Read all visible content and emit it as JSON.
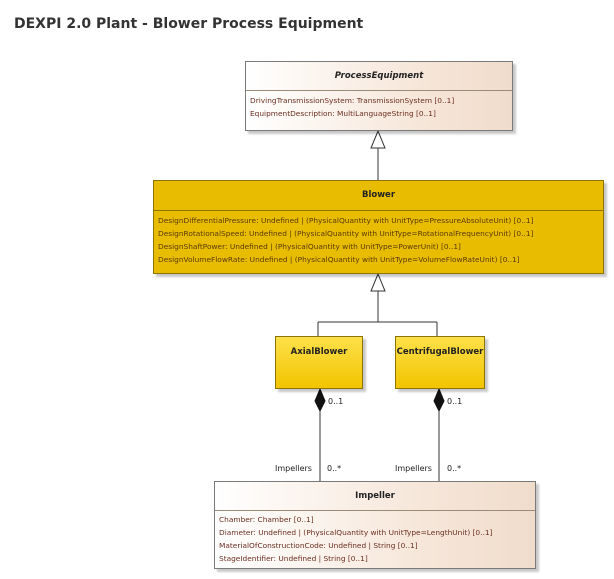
{
  "diagram": {
    "title": "DEXPI 2.0 Plant - Blower Process Equipment",
    "process_equipment": {
      "name": "ProcessEquipment",
      "attributes": [
        "DrivingTransmissionSystem: TransmissionSystem [0..1]",
        "EquipmentDescription: MultiLanguageString [0..1]"
      ]
    },
    "blower": {
      "name": "Blower",
      "attributes": [
        "DesignDifferentialPressure: Undefined | (PhysicalQuantity with UnitType=PressureAbsoluteUnit) [0..1]",
        "DesignRotationalSpeed: Undefined | (PhysicalQuantity with UnitType=RotationalFrequencyUnit) [0..1]",
        "DesignShaftPower: Undefined | (PhysicalQuantity with UnitType=PowerUnit) [0..1]",
        "DesignVolumeFlowRate: Undefined | (PhysicalQuantity with UnitType=VolumeFlowRateUnit) [0..1]"
      ]
    },
    "axial_blower": {
      "name": "AxialBlower"
    },
    "centrifugal_blower": {
      "name": "CentrifugalBlower"
    },
    "impeller": {
      "name": "Impeller",
      "attributes": [
        "Chamber: Chamber [0..1]",
        "Diameter: Undefined | (PhysicalQuantity with UnitType=LengthUnit) [0..1]",
        "MaterialOfConstructionCode: Undefined | String [0..1]",
        "StageIdentifier: Undefined | String [0..1]"
      ]
    },
    "axial_association": {
      "source_multiplicity": "0..1",
      "role": "Impellers",
      "target_multiplicity": "0..*"
    },
    "centrifugal_association": {
      "source_multiplicity": "0..1",
      "role": "Impellers",
      "target_multiplicity": "0..*"
    }
  },
  "colors": {
    "concrete_class_fill": "#e8bc00",
    "subclass_fill": "#f2c500",
    "abstract_class_fill": "#f0dccb",
    "attribute_text": "#6b2e1f"
  }
}
